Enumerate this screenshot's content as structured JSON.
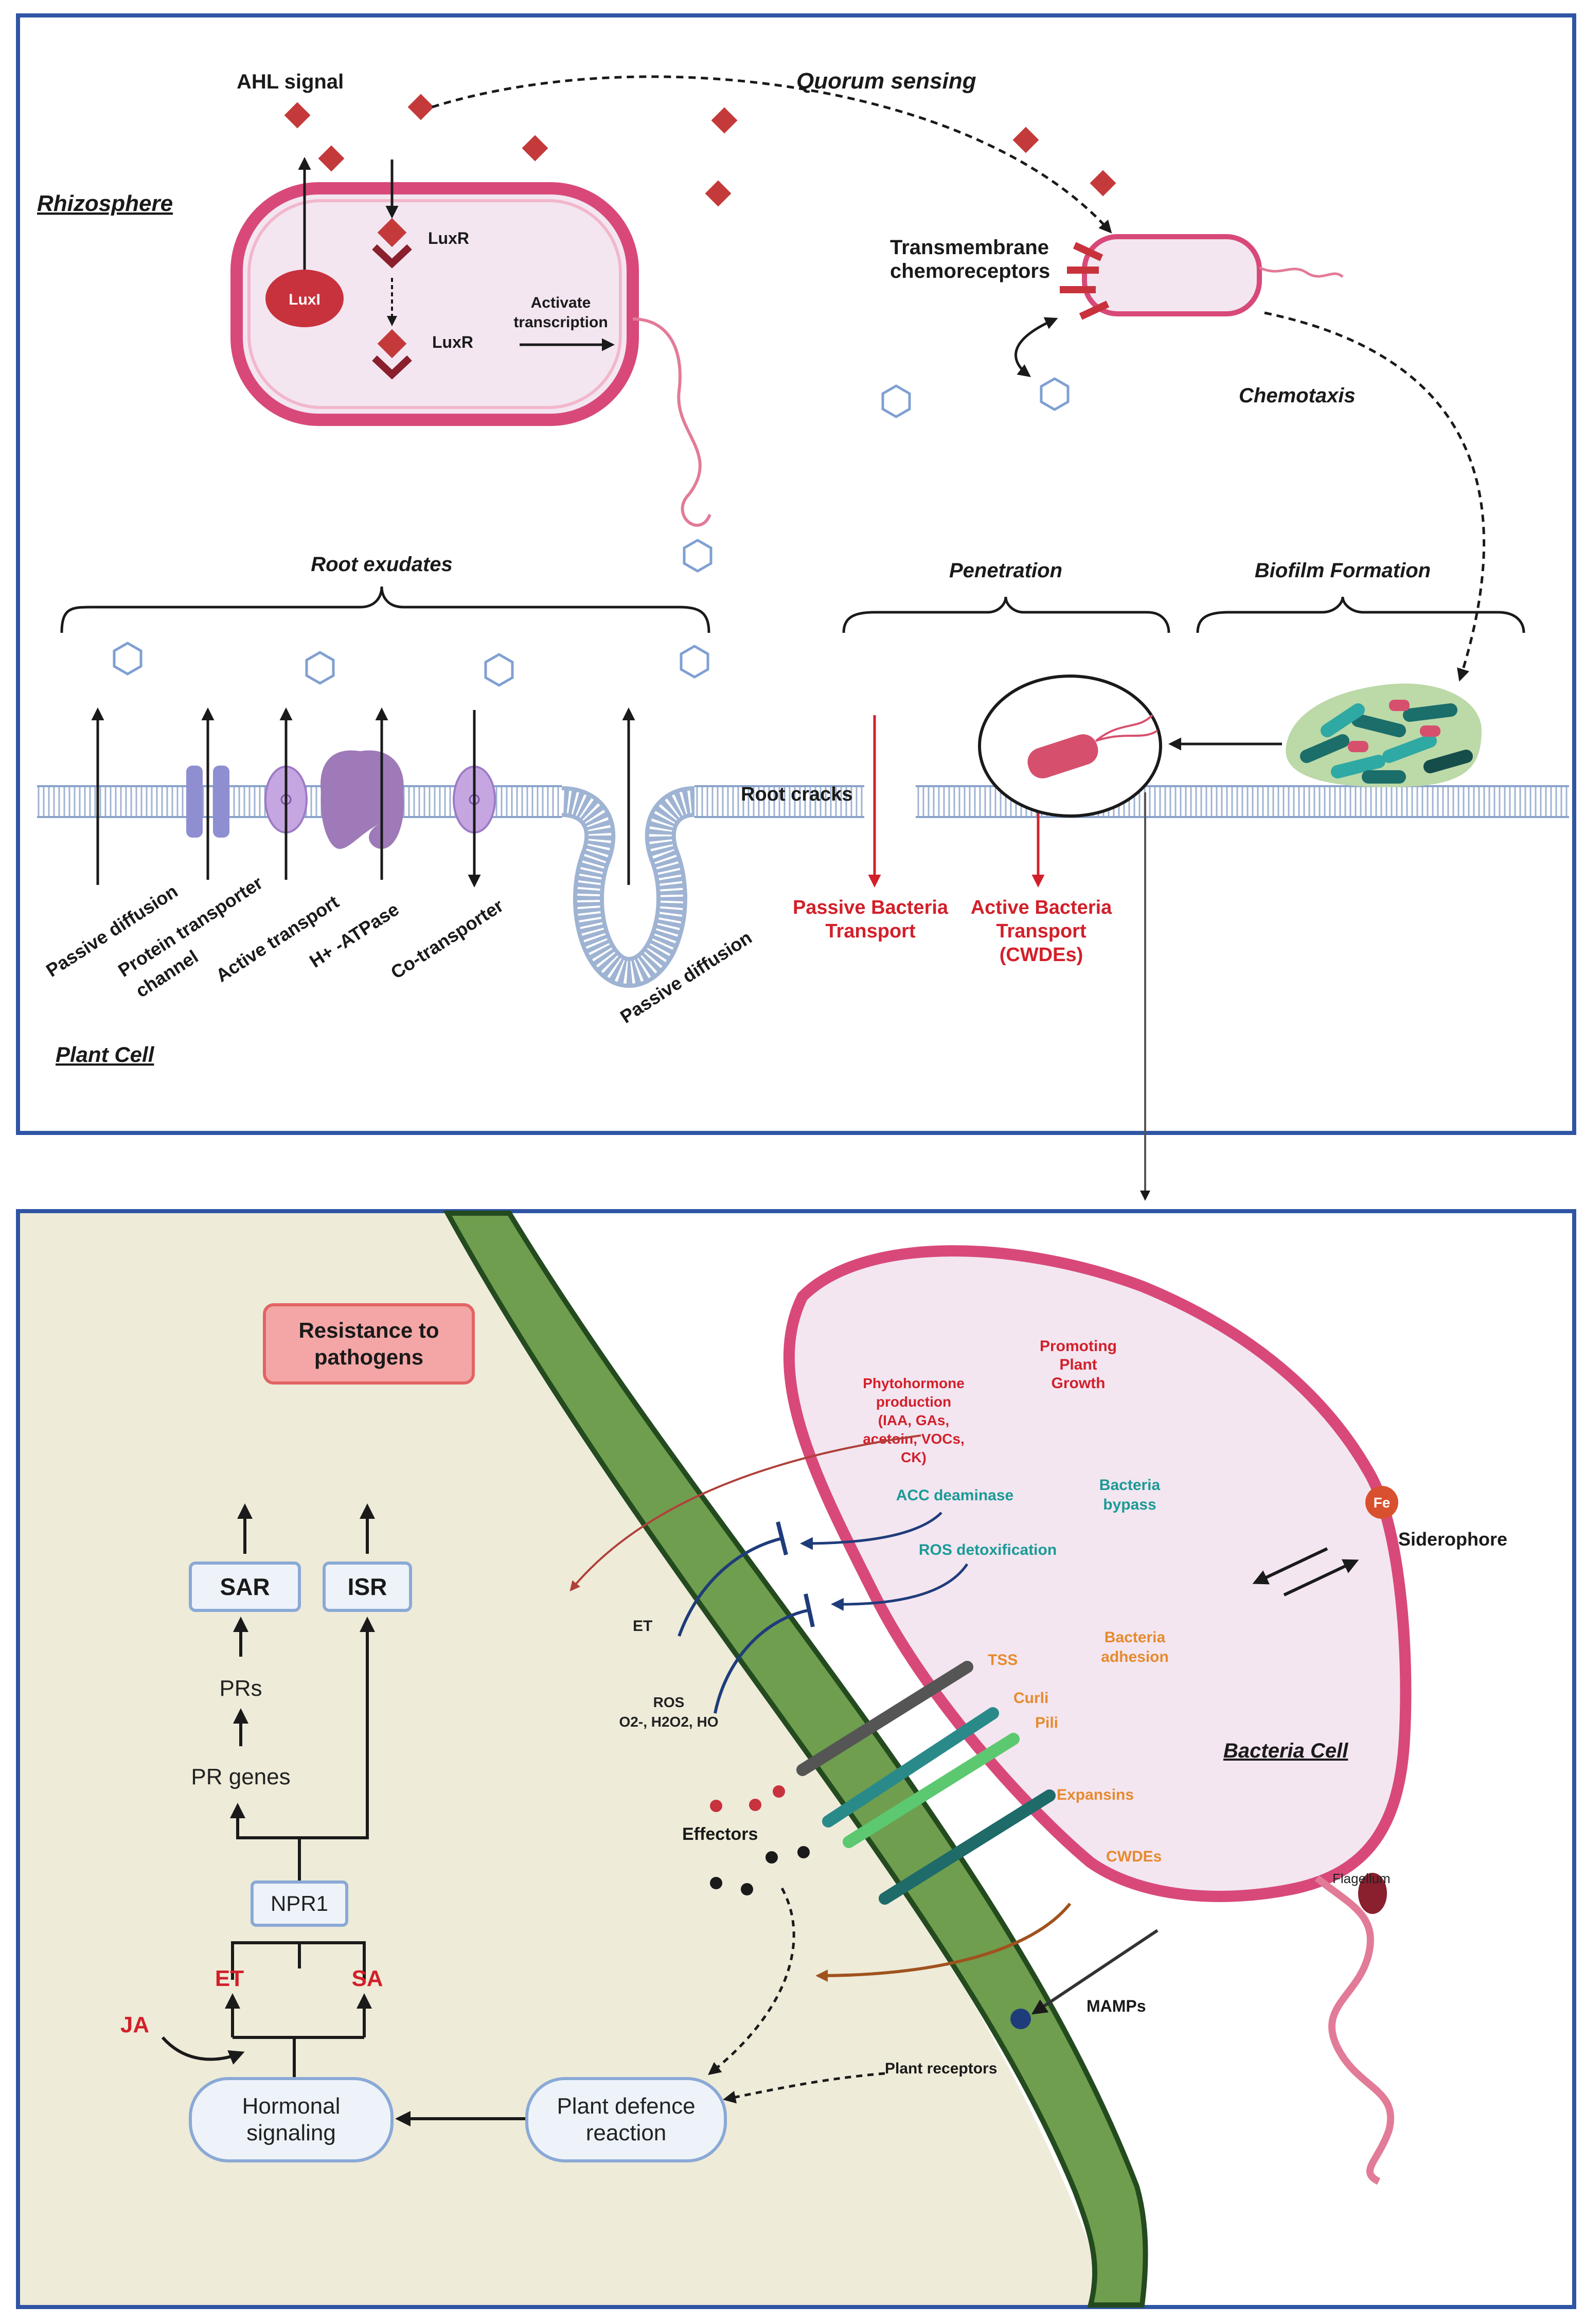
{
  "colors": {
    "panel_border": "#2f55a4",
    "bacteria_fill": "#f3e6f1",
    "bacteria_outline": "#d8497a",
    "signal_diamond": "#c43a3a",
    "membrane": "#8aa3c9",
    "plant_cytoplasm": "#eeebd9",
    "cell_wall": "#6f9e4e",
    "red_text": "#d2202a",
    "teal_text": "#1b9a96",
    "orange_text": "#e68a2e",
    "navy_arrow": "#1f3c7a",
    "box_stroke": "#8aa9d6"
  },
  "top": {
    "rhizosphere": "Rhizosphere",
    "ahl_signal": "AHL signal",
    "quorum_sensing": "Quorum sensing",
    "luxi": "LuxI",
    "luxr_1": "LuxR",
    "luxr_2": "LuxR",
    "activate_1": "Activate",
    "activate_2": "transcription",
    "chemoreceptors_1": "Transmembrane",
    "chemoreceptors_2": "chemoreceptors",
    "chemotaxis": "Chemotaxis",
    "root_exudates": "Root exudates",
    "penetration": "Penetration",
    "biofilm": "Biofilm Formation",
    "root_cracks": "Root cracks",
    "transport_labels": [
      "Passive diffusion",
      "Protein transporter",
      "channel",
      "Active transport",
      "H+ -ATPase",
      "Co-transporter",
      "Passive diffusion"
    ],
    "passive_bact_1": "Passive Bacteria",
    "passive_bact_2": "Transport",
    "active_bact_1": "Active Bacteria",
    "active_bact_2": "Transport",
    "active_bact_3": "(CWDEs)",
    "plant_cell": "Plant Cell"
  },
  "bottom": {
    "resistance_1": "Resistance to",
    "resistance_2": "pathogens",
    "sar": "SAR",
    "isr": "ISR",
    "prs": "PRs",
    "pr_genes": "PR genes",
    "npr1": "NPR1",
    "et": "ET",
    "sa": "SA",
    "ja": "JA",
    "hormonal_1": "Hormonal",
    "hormonal_2": "signaling",
    "defence_1": "Plant defence",
    "defence_2": "reaction",
    "plant_receptors": "Plant receptors",
    "mamps": "MAMPs",
    "effectors": "Effectors",
    "et_small": "ET",
    "ros_1": "ROS",
    "ros_2": "O2-, H2O2, HO",
    "promoting_1": "Promoting",
    "promoting_2": "Plant",
    "promoting_3": "Growth",
    "phyto_1": "Phytohormone",
    "phyto_2": "production",
    "phyto_3": "(IAA, GAs,",
    "phyto_4": "acetoin, VOCs,",
    "phyto_5": "CK)",
    "acc": "ACC deaminase",
    "ros_detox": "ROS detoxification",
    "bypass_1": "Bacteria",
    "bypass_2": "bypass",
    "adhesion_1": "Bacteria",
    "adhesion_2": "adhesion",
    "tss": "TSS",
    "curli": "Curli",
    "pili": "Pili",
    "expansins": "Expansins",
    "cwdes": "CWDEs",
    "flagellum": "Flagellum",
    "fe": "Fe",
    "siderophore": "Siderophore",
    "bacteria_cell": "Bacteria Cell"
  }
}
